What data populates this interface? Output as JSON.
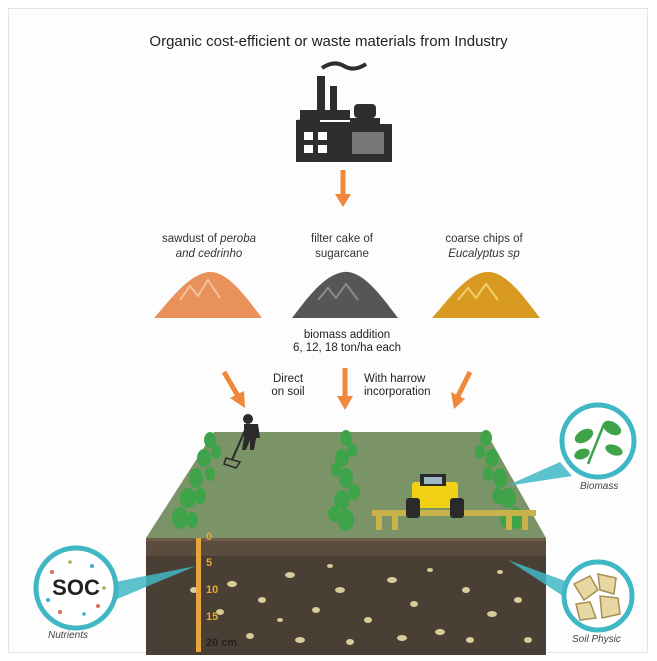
{
  "title": "Organic cost-efficient or waste materials from Industry",
  "materials": [
    {
      "line1": "sawdust of ",
      "line1_em": "peroba",
      "line2_em": "and cedrinho",
      "color": "#e8915a"
    },
    {
      "line1": "filter cake of",
      "line2": "sugarcane",
      "color": "#555555"
    },
    {
      "line1": "coarse chips of",
      "line2_em": "Eucalyptus sp",
      "color": "#d99a22"
    }
  ],
  "biomass_note": {
    "line1": "biomass addition",
    "line2": "6, 12, 18 ton/ha each"
  },
  "methods": {
    "direct_line1": "Direct",
    "direct_line2": "on soil",
    "harrow_line1": "With harrow",
    "harrow_line2": "incorporation"
  },
  "depth_scale": {
    "ticks": [
      "0",
      "5",
      "10",
      "15",
      "20 cm"
    ]
  },
  "bubbles": {
    "soc": "SOC",
    "nutrients": "Nutrients",
    "biomass": "Biomass",
    "soil_physic": "Soil Physic"
  },
  "colors": {
    "arrow": "#f0873a",
    "field": "#7a9367",
    "soil": "#4a3f34",
    "plant": "#3ea349",
    "bubble_border": "#3fb7c4"
  },
  "icons": [
    "factory-icon",
    "farmer-icon",
    "tractor-icon",
    "leaf-icon",
    "soil-aggregate-icon"
  ]
}
